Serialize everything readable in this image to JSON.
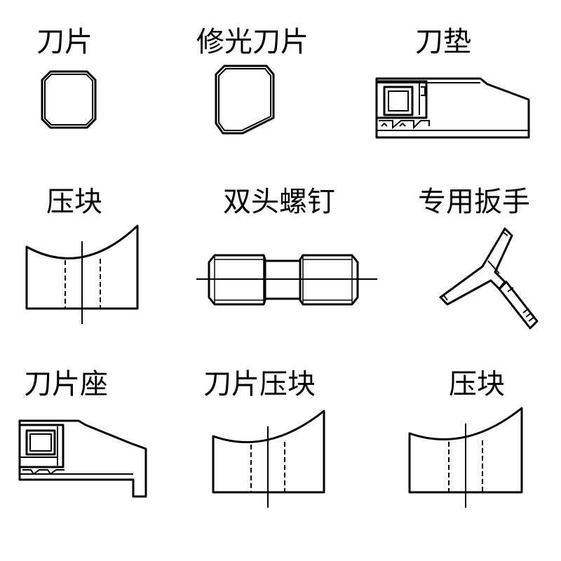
{
  "parts": [
    {
      "id": "blade",
      "label": "刀片"
    },
    {
      "id": "finishing-blade",
      "label": "修光刀片"
    },
    {
      "id": "blade-shim",
      "label": "刀垫"
    },
    {
      "id": "clamp-block",
      "label": "压块"
    },
    {
      "id": "double-end-screw",
      "label": "双头螺钉"
    },
    {
      "id": "special-wrench",
      "label": "专用扳手"
    },
    {
      "id": "blade-seat",
      "label": "刀片座"
    },
    {
      "id": "blade-clamp-block",
      "label": "刀片压块"
    },
    {
      "id": "clamp-block-2",
      "label": "压块"
    }
  ]
}
